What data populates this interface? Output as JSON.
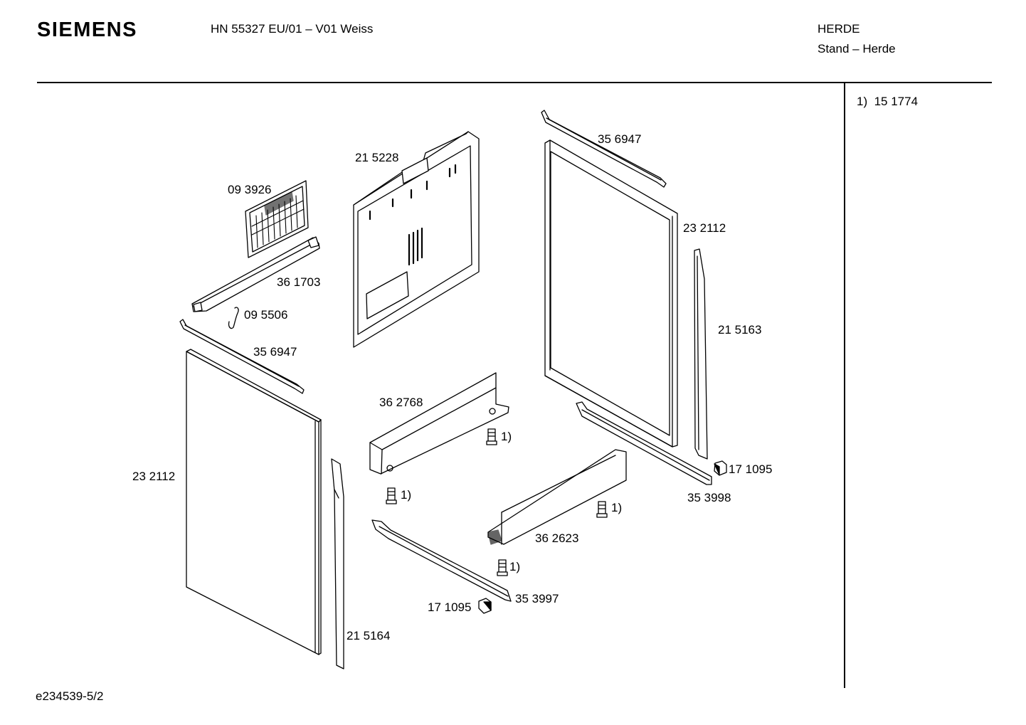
{
  "header": {
    "brand": "SIEMENS",
    "model": "HN 55327 EU/01 – V01 Weiss",
    "category": "HERDE",
    "subcategory": "Stand – Herde"
  },
  "footnote": {
    "marker": "1)",
    "part": "15 1774"
  },
  "footer": {
    "doc_id": "e234539-5/2"
  },
  "parts": {
    "p_093926": "09 3926",
    "p_215228": "21 5228",
    "p_356947_top": "35 6947",
    "p_232112_right": "23 2112",
    "p_361703": "36 1703",
    "p_095506": "09 5506",
    "p_356947_left": "35 6947",
    "p_215163": "21 5163",
    "p_362768": "36 2768",
    "p_232112_left": "23 2112",
    "p_171095_right": "17 1095",
    "p_353998": "35 3998",
    "p_362623": "36 2623",
    "p_353997": "35 3997",
    "p_171095_left": "17 1095",
    "p_215164": "21 5164",
    "fn_1": "1)",
    "fn_2": "1)",
    "fn_3": "1)",
    "fn_4": "1)"
  }
}
